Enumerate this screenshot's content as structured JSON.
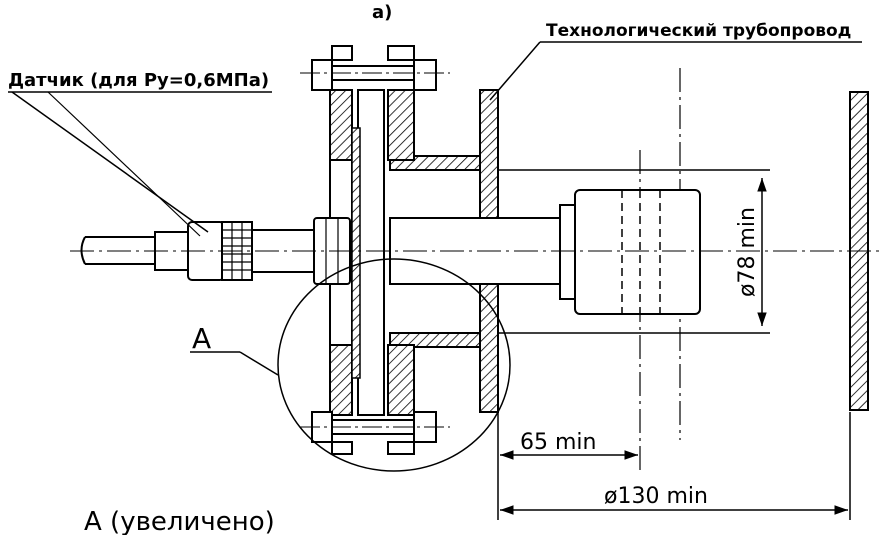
{
  "figure_label": "а)",
  "labels": {
    "pipeline": "Технологический трубопровод",
    "sensor": "Датчик (для Ру=0,6МПа)",
    "callout": "А",
    "enlarged": "А (увеличено)"
  },
  "dimensions": {
    "dia_78": "ø78 min",
    "len_65": "65 min",
    "dia_130": "ø130 min"
  }
}
